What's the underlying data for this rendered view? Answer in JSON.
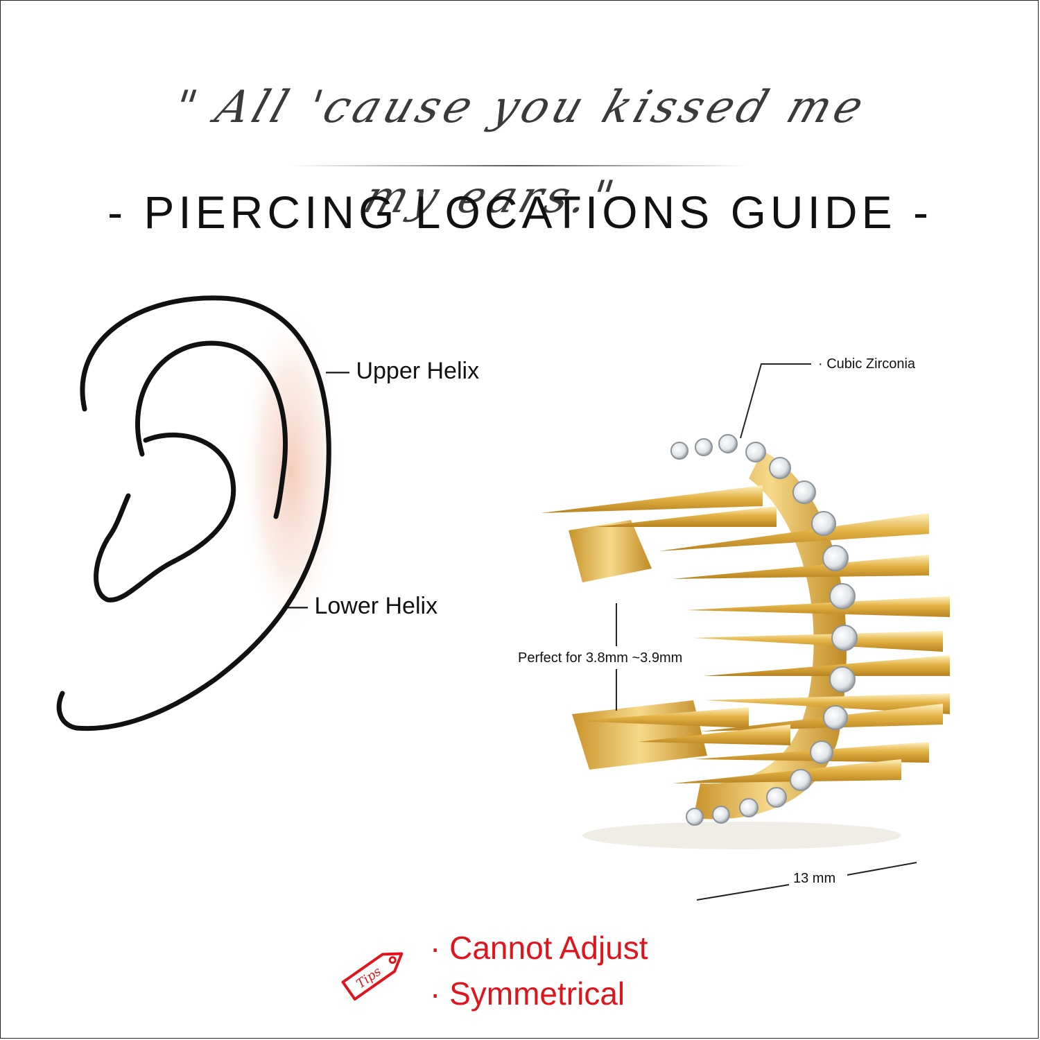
{
  "quote": "\" All 'cause you kissed me my ears.\"",
  "title": "- PIERCING LOCATIONS GUIDE -",
  "ear_labels": {
    "upper_helix": "— Upper Helix",
    "lower_helix": "— Lower Helix"
  },
  "product_labels": {
    "cubic_zirconia": "· Cubic Zirconia",
    "fit": "Perfect for 3.8mm ~3.9mm",
    "width": "13 mm"
  },
  "tips": {
    "badge": "Tips",
    "items": [
      "· Cannot Adjust",
      "· Symmetrical"
    ]
  },
  "colors": {
    "accent_red": "#e2141b",
    "gold": "#d9a93a",
    "skin": "#f5d9cc"
  }
}
